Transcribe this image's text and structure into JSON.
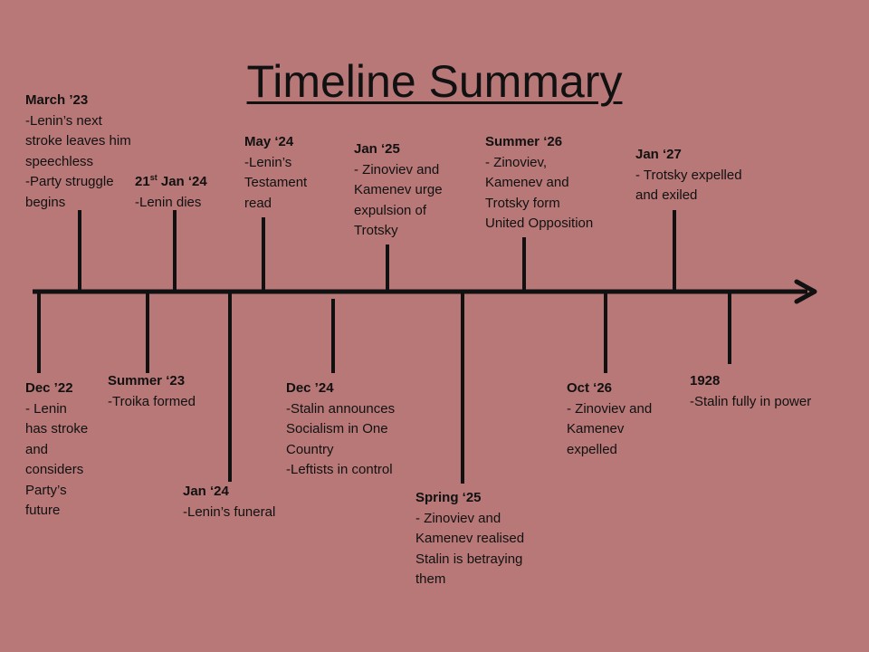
{
  "title": "Timeline Summary",
  "colors": {
    "background": "#b87878",
    "line": "#111111",
    "text": "#111111"
  },
  "events": [
    {
      "id": "dec-22",
      "date": "Dec ’22",
      "text": "- Lenin\nhas stroke\nand\nconsiders\nParty’s\nfuture"
    },
    {
      "id": "mar-23",
      "date": "March ’23",
      "text": "-Lenin’s next\nstroke leaves him\nspeechless\n-Party struggle\nbegins"
    },
    {
      "id": "sum-23",
      "date": "Summer ‘23",
      "text": "-Troika formed"
    },
    {
      "id": "21jan-24",
      "date_day": "21",
      "date_sup": "st",
      "date_rest": " Jan ‘24",
      "text": "-Lenin dies"
    },
    {
      "id": "jan-24",
      "date": "Jan ‘24",
      "text": "-Lenin’s funeral"
    },
    {
      "id": "may-24",
      "date": "May ‘24",
      "text": "-Lenin’s\nTestament\nread"
    },
    {
      "id": "dec-24",
      "date": "Dec ’24",
      "text": "-Stalin announces\nSocialism in One\nCountry\n-Leftists in control"
    },
    {
      "id": "jan-25",
      "date": "Jan ‘25",
      "text": "- Zinoviev and\nKamenev urge\nexpulsion of\nTrotsky"
    },
    {
      "id": "spring-25",
      "date": "Spring ‘25",
      "text": "- Zinoviev and\nKamenev realised\nStalin is betraying\nthem"
    },
    {
      "id": "sum-26",
      "date": "Summer ‘26",
      "text": "- Zinoviev,\nKamenev and\nTrotsky form\nUnited Opposition"
    },
    {
      "id": "oct-26",
      "date": "Oct ‘26",
      "text": "- Zinoviev and\nKamenev\nexpelled"
    },
    {
      "id": "jan-27",
      "date": "Jan ‘27",
      "text": "- Trotsky expelled\nand exiled"
    },
    {
      "id": "1928",
      "date": "1928",
      "text": "-Stalin fully in power"
    }
  ]
}
